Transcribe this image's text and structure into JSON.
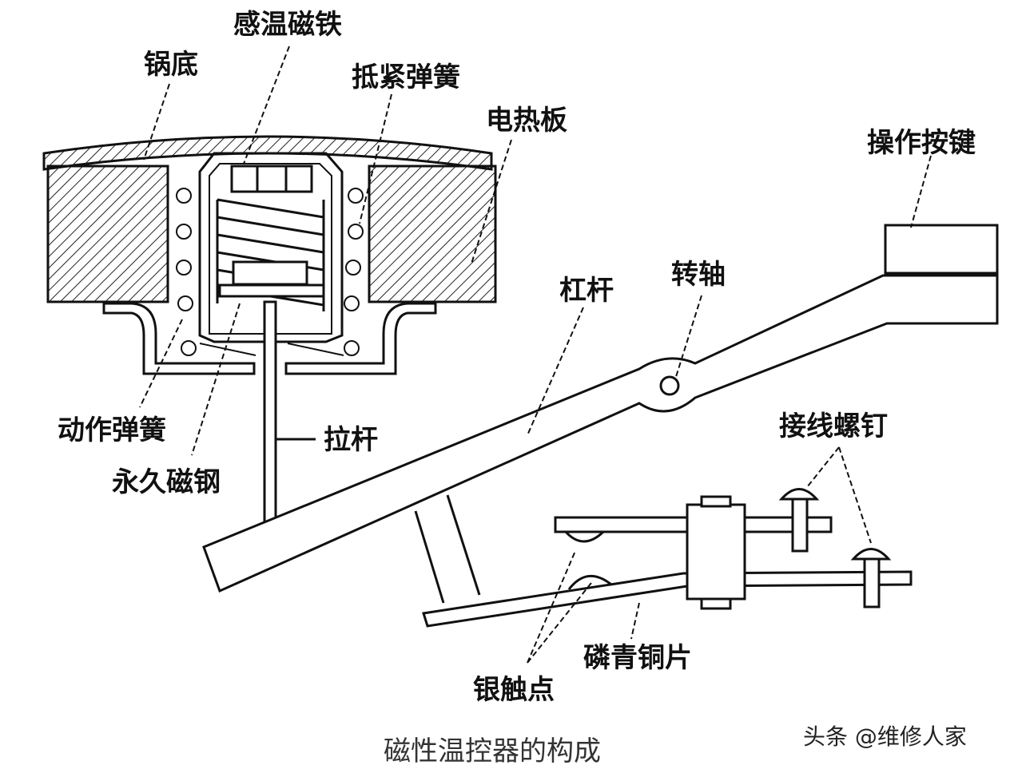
{
  "labels": {
    "sensing_magnet": "感温磁铁",
    "pan_bottom": "锅底",
    "pressing_spring": "抵紧弹簧",
    "heating_plate": "电热板",
    "operate_button": "操作按键",
    "lever": "杠杆",
    "pivot": "转轴",
    "action_spring": "动作弹簧",
    "pull_rod": "拉杆",
    "permanent_magnet": "永久磁钢",
    "terminal_screw": "接线螺钉",
    "phosphor_bronze": "磷青铜片",
    "silver_contact": "银触点"
  },
  "caption": "磁性温控器的构成",
  "watermark": "头条 @维修人家"
}
